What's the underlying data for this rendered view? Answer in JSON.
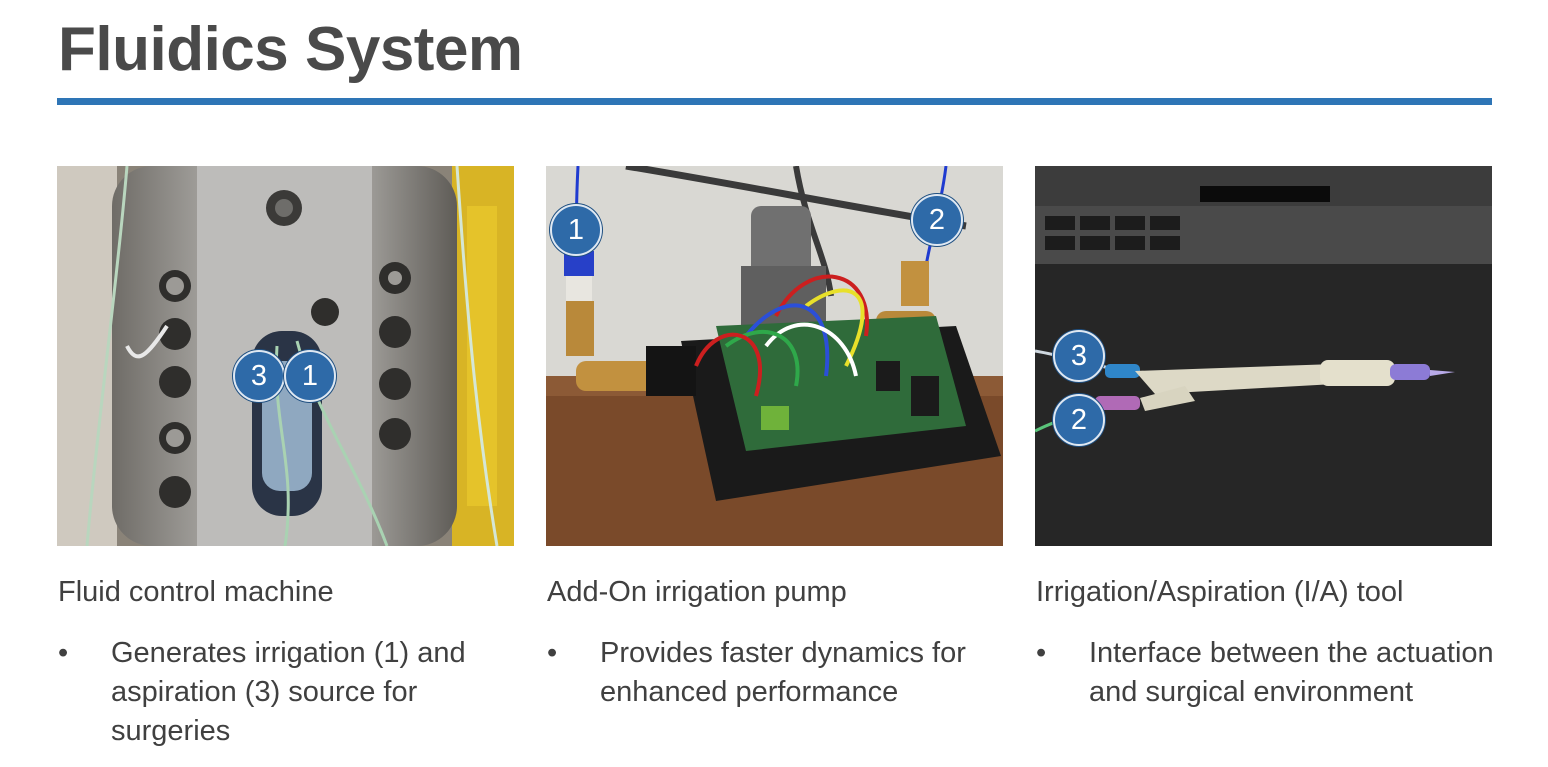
{
  "slide": {
    "title": "Fluidics System"
  },
  "columns": [
    {
      "caption": "Fluid control machine",
      "bullet_symbol": "•",
      "bullet_text": "Generates irrigation (1) and aspiration (3) source for surgeries",
      "markers": [
        "3",
        "1"
      ]
    },
    {
      "caption": "Add-On irrigation pump",
      "bullet_symbol": "•",
      "bullet_text": "Provides faster dynamics for enhanced performance",
      "markers": [
        "1",
        "2"
      ]
    },
    {
      "caption": "Irrigation/Aspiration (I/A) tool",
      "bullet_symbol": "•",
      "bullet_text": "Interface between the actuation and surgical environment",
      "markers": [
        "3",
        "2"
      ]
    }
  ],
  "colors": {
    "accent": "#2e75b6",
    "marker": "#2e6aa8",
    "text": "#404040"
  }
}
